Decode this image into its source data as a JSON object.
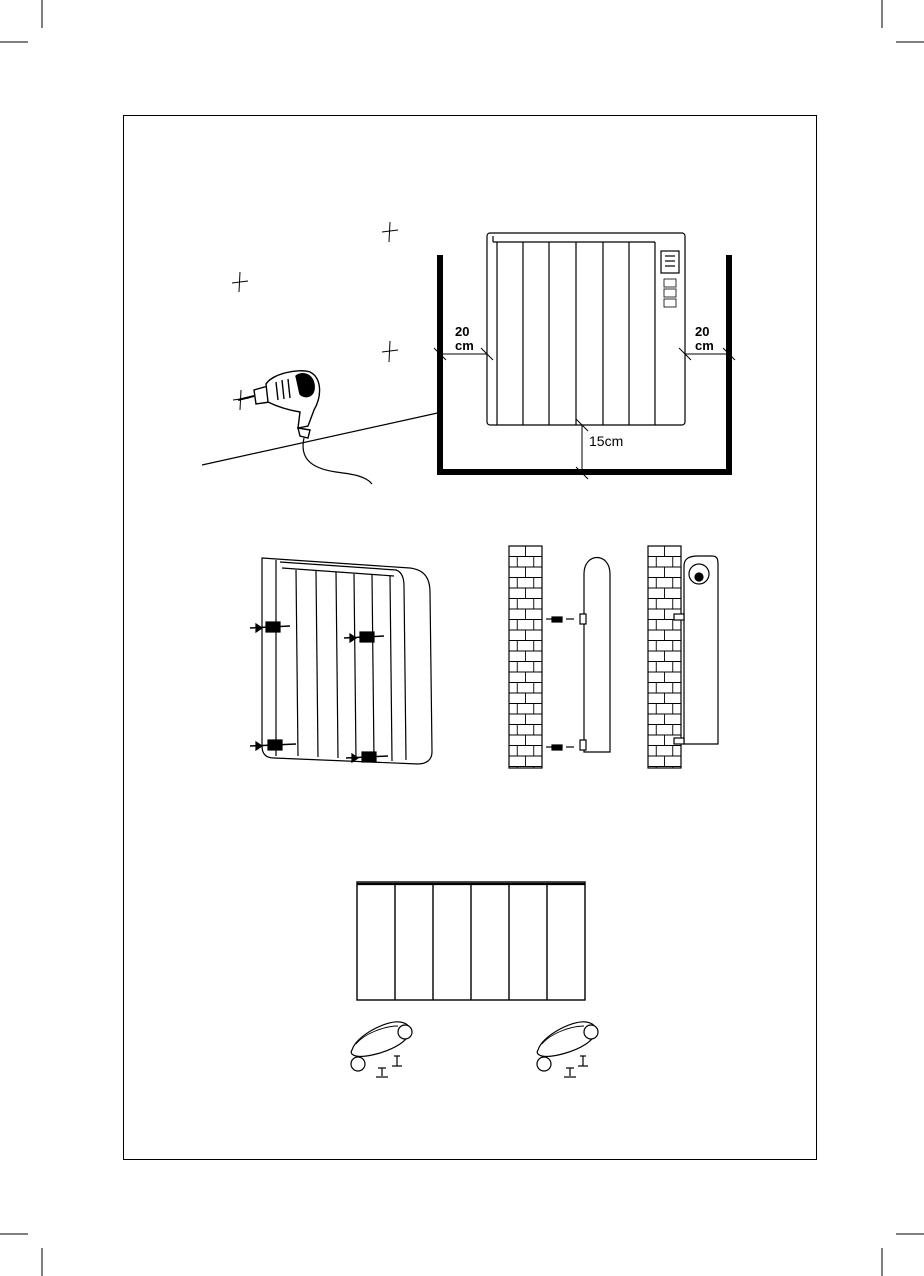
{
  "clearances": {
    "left_value": "20",
    "left_unit": "cm",
    "right_value": "20",
    "right_unit": "cm",
    "bottom": "15cm"
  },
  "colors": {
    "ink": "#000000",
    "paper": "#ffffff"
  },
  "icons": [
    "drill-icon",
    "wall-mark-cross-icon",
    "radiator-icon",
    "brick-wall-icon",
    "wall-bracket-icon",
    "radiator-foot-wheel-icon",
    "screw-icon"
  ]
}
